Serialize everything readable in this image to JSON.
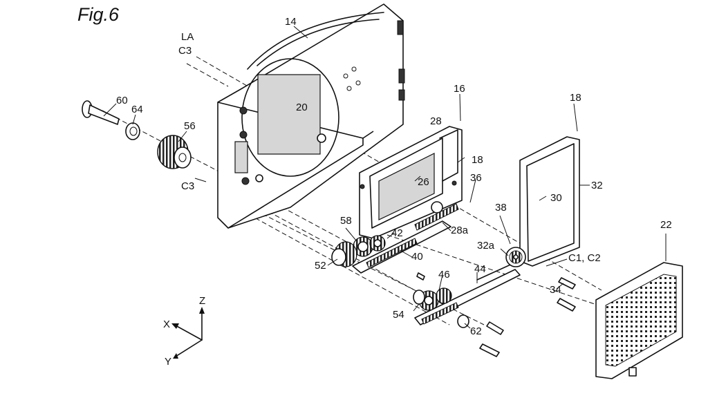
{
  "figure": {
    "title": "Fig.6",
    "labels": {
      "l14": "14",
      "lLA": "LA",
      "lc3a": "C3",
      "lc3b": "C3",
      "l60": "60",
      "l64": "64",
      "l56": "56",
      "l20": "20",
      "l16": "16",
      "l18a": "18",
      "l18b": "18",
      "l28": "28",
      "l26": "26",
      "l36": "36",
      "l38": "38",
      "l30": "30",
      "l32": "32",
      "l32a": "32a",
      "l28a": "28a",
      "l58": "58",
      "l42": "42",
      "l40": "40",
      "l52": "52",
      "l46": "46",
      "l44": "44",
      "l54": "54",
      "l62": "62",
      "l34": "34",
      "lc1c2": "C1, C2",
      "l22": "22"
    },
    "axes": {
      "z": "Z",
      "x": "X",
      "y": "Y"
    }
  }
}
